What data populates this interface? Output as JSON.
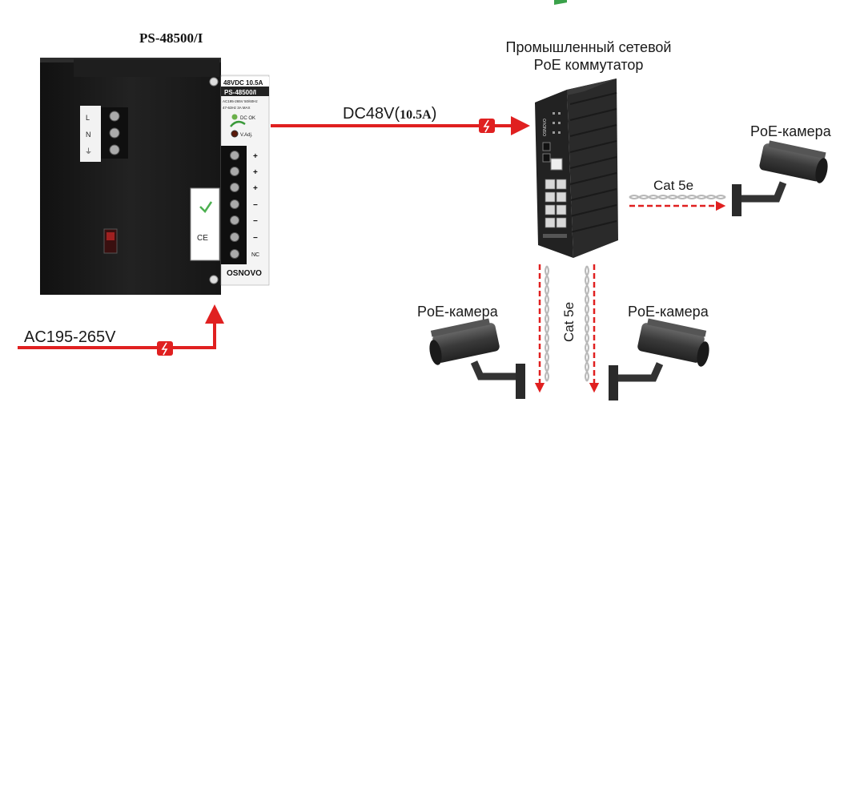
{
  "psu": {
    "title": "PS-48500/I",
    "rating": "48VDC 10.5A",
    "model": "PS-48500/I",
    "spec_line1": "AC195-265V 50/60Hz",
    "spec_line2": "47-63Hz 3A MAX",
    "led_label": "DC OK",
    "adj_label": "V.Adj.",
    "input_terminals": [
      "L",
      "N",
      "⏚"
    ],
    "output_terminals": [
      "+",
      "+",
      "+",
      "−",
      "−",
      "−",
      "NC"
    ],
    "brand": "OSNOVO",
    "ce_mark": "CE"
  },
  "labels": {
    "switch_line1": "Промышленный сетевой",
    "switch_line2": "PoE коммутатор",
    "dc_main": "DC48V(",
    "dc_current": "10.5A",
    "dc_close": ")",
    "ac_input": "AC195-265V",
    "cat5e_right": "Cat 5e",
    "cat5e_vertical": "Cat 5e",
    "camera_right": "PoE-камера",
    "camera_left": "PoE-камера",
    "camera_bottom_right": "PoE-камера"
  },
  "switch": {
    "brand": "OSNOVO"
  },
  "colors": {
    "arrow": "#e02020",
    "psu_body": "#1c1c1c",
    "cable": "#b8b8b8"
  }
}
